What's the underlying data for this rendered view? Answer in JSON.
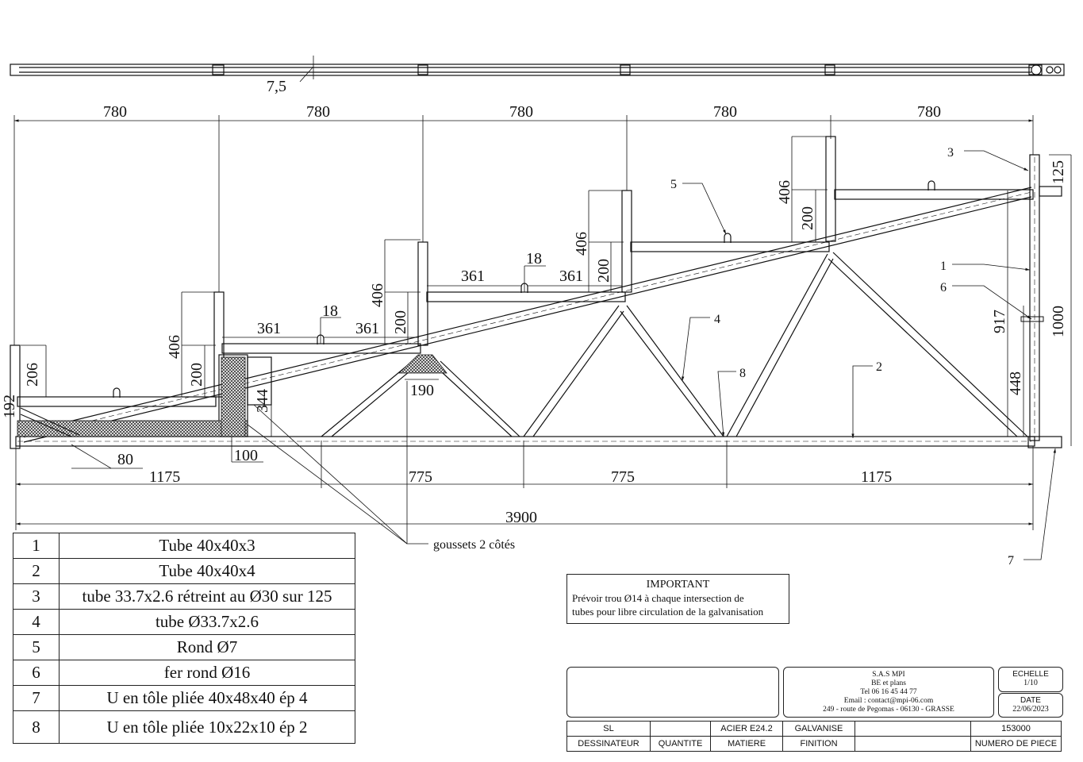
{
  "dimensions": {
    "top_spans": [
      "780",
      "780",
      "780",
      "780",
      "780"
    ],
    "top_view_offset": "7,5",
    "bottom_spans": [
      "1175",
      "775",
      "775",
      "1175"
    ],
    "overall_length": "3900",
    "vertical_406": "406",
    "vertical_200": "200",
    "step_361": "361",
    "step_18": "18",
    "left_post_206": "206",
    "left_192": "192",
    "plate_344": "344",
    "plate_100": "100",
    "plate_80": "80",
    "gusset_190": "190",
    "right_125": "125",
    "right_1000": "1000",
    "right_917": "917",
    "right_448": "448"
  },
  "callouts": [
    "1",
    "2",
    "3",
    "4",
    "5",
    "6",
    "7",
    "8"
  ],
  "gusset_note": "goussets 2 côtés",
  "parts": [
    {
      "num": "1",
      "desc": "Tube 40x40x3"
    },
    {
      "num": "2",
      "desc": "Tube 40x40x4"
    },
    {
      "num": "3",
      "desc": "tube 33.7x2.6 rétreint au Ø30 sur 125"
    },
    {
      "num": "4",
      "desc": "tube Ø33.7x2.6"
    },
    {
      "num": "5",
      "desc": "Rond Ø7"
    },
    {
      "num": "6",
      "desc": "fer rond Ø16"
    },
    {
      "num": "7",
      "desc": "U en tôle pliée 40x48x40 ép 4"
    },
    {
      "num": "8",
      "desc": "U en tôle pliée 10x22x10 ép 2"
    }
  ],
  "important": {
    "title": "IMPORTANT",
    "line1": "Prévoir trou Ø14 à chaque intersection de",
    "line2": "tubes pour libre circulation de la galvanisation"
  },
  "company": {
    "name": "S.A.S MPI",
    "line1": "BE et plans",
    "phone": "Tel 06 16 45 44 77",
    "email": "Email : contact@mpi-06.com",
    "address": "249 - route de Pegomas - 06130  - GRASSE"
  },
  "scale": {
    "label": "ECHELLE",
    "value": "1/10"
  },
  "date": {
    "label": "DATE",
    "value": "22/06/2023"
  },
  "title_block": {
    "designer": "SL",
    "quantity": "",
    "material": "ACIER E24.2",
    "finish": "GALVANISE",
    "blank": "",
    "part_number": "153000",
    "designer_label": "DESSINATEUR",
    "quantity_label": "QUANTITE",
    "material_label": "MATIERE",
    "finish_label": "FINITION",
    "part_number_label": "NUMERO DE PIECE"
  }
}
